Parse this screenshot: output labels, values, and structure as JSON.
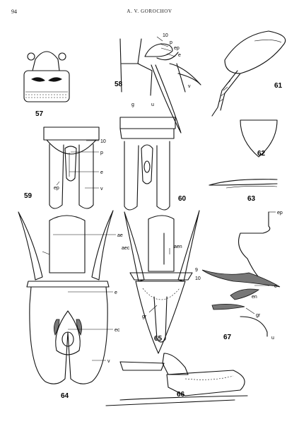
{
  "page": {
    "number": "94",
    "running_head": "A. V. GOROCHOV"
  },
  "figures": {
    "57": "57",
    "58": "58",
    "59": "59",
    "60": "60",
    "61": "61",
    "62": "62",
    "63": "63",
    "64": "64",
    "65": "65",
    "66": "66",
    "67": "67"
  },
  "labels": {
    "f58": [
      "10",
      "p",
      "ep",
      "e",
      "v",
      "g",
      "u"
    ],
    "f59": [
      "10",
      "p",
      "ep",
      "e",
      "v"
    ],
    "f64": [
      "ae",
      "aec",
      "e",
      "ec",
      "v"
    ],
    "f65": [
      "aen",
      "9",
      "10",
      "gr"
    ],
    "f67": [
      "ep",
      "e",
      "en",
      "gr",
      "u"
    ]
  }
}
